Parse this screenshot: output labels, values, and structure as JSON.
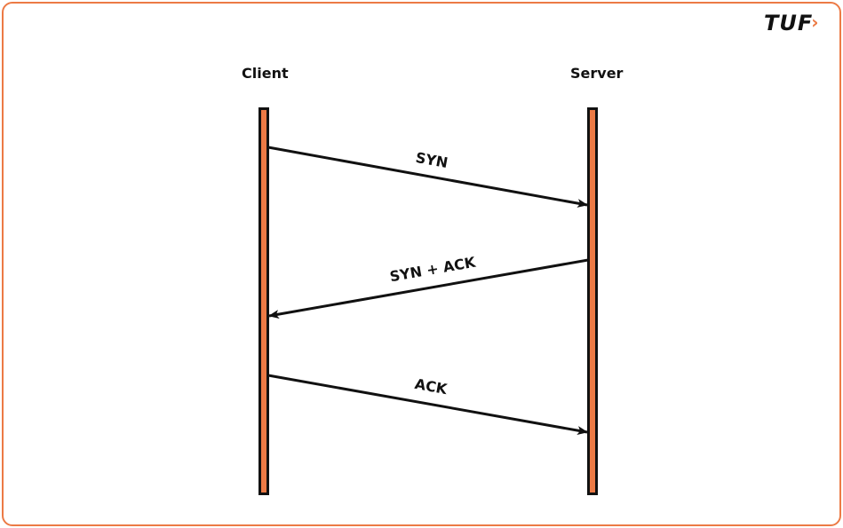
{
  "logo": {
    "text": "TUF",
    "mark": "chevron-right"
  },
  "actors": {
    "client": "Client",
    "server": "Server"
  },
  "messages": [
    {
      "label": "SYN",
      "from": "client",
      "to": "server"
    },
    {
      "label": "SYN + ACK",
      "from": "server",
      "to": "client"
    },
    {
      "label": "ACK",
      "from": "client",
      "to": "server"
    }
  ],
  "colors": {
    "accent": "#ec7a45",
    "line": "#111111",
    "background": "#ffffff"
  }
}
